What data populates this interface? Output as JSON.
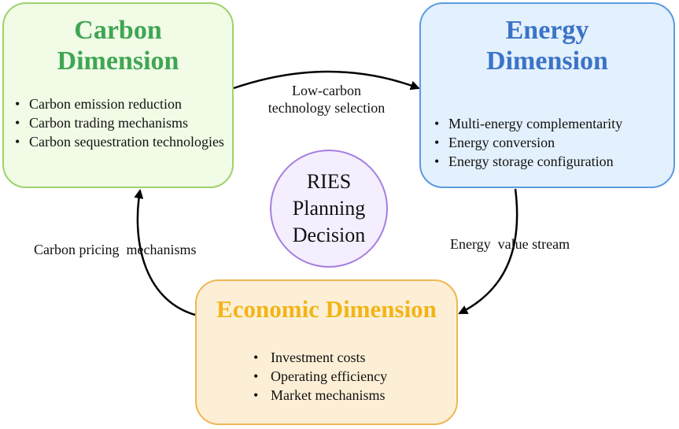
{
  "carbon": {
    "title": "Carbon\nDimension",
    "items": [
      "Carbon emission reduction",
      "Carbon trading mechanisms",
      "Carbon sequestration technologies"
    ],
    "color": "#3fa654"
  },
  "energy": {
    "title": "Energy\nDimension",
    "items": [
      "Multi-energy complementarity",
      "Energy conversion",
      "Energy storage configuration"
    ],
    "color": "#3b73c7"
  },
  "economic": {
    "title": "Economic Dimension",
    "items": [
      "Investment costs",
      "Operating efficiency",
      "Market mechanisms"
    ],
    "color": "#f2b416"
  },
  "center": {
    "text": "RIES\nPlanning\nDecision"
  },
  "edges": {
    "carbon_to_energy": "Low-carbon\ntechnology selection",
    "energy_to_economic": "Energy  value stream",
    "economic_to_carbon": "Carbon pricing  mechanisms"
  }
}
